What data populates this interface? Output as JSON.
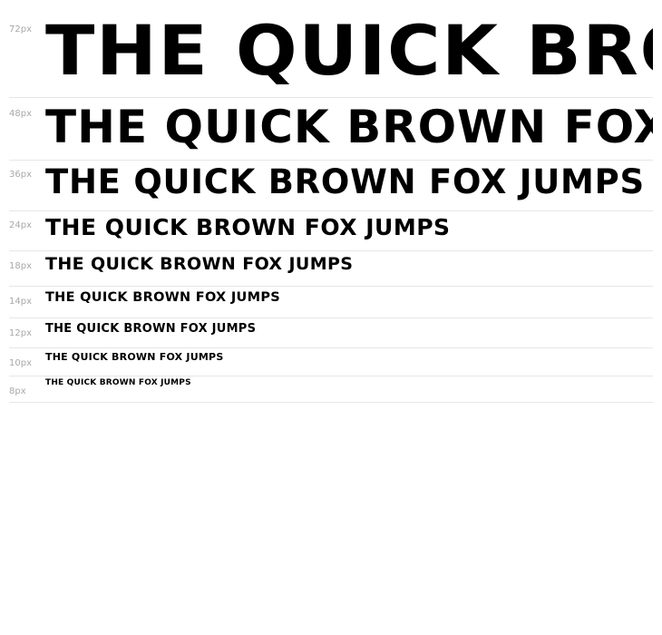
{
  "specimen": {
    "sample_text": "THE QUICK BROWN FOX JUMPS",
    "rows": [
      {
        "size_label": "72px"
      },
      {
        "size_label": "48px"
      },
      {
        "size_label": "36px"
      },
      {
        "size_label": "24px"
      },
      {
        "size_label": "18px"
      },
      {
        "size_label": "14px"
      },
      {
        "size_label": "12px"
      },
      {
        "size_label": "10px"
      },
      {
        "size_label": "8px"
      }
    ]
  },
  "colors": {
    "text": "#000000",
    "label": "#a8a8a8",
    "divider": "#e6e6e6",
    "background": "#ffffff"
  }
}
